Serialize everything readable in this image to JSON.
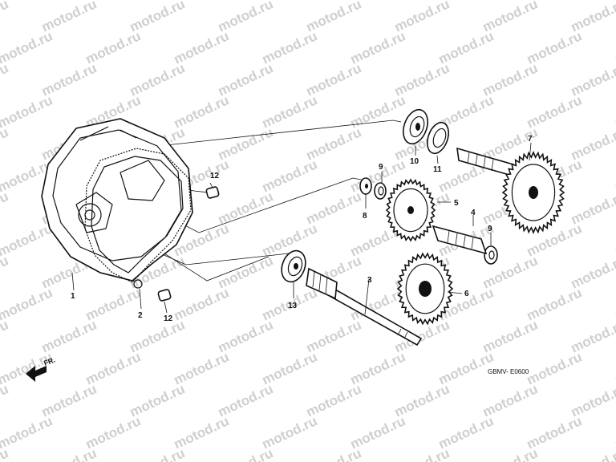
{
  "watermark": "motod.ru",
  "diagram_code": "GBMV- E0600",
  "front_marker": "FR.",
  "callouts": [
    {
      "id": "1",
      "label": "1"
    },
    {
      "id": "2",
      "label": "2"
    },
    {
      "id": "3",
      "label": "3"
    },
    {
      "id": "4",
      "label": "4"
    },
    {
      "id": "5",
      "label": "5"
    },
    {
      "id": "6",
      "label": "6"
    },
    {
      "id": "7",
      "label": "7"
    },
    {
      "id": "8",
      "label": "8"
    },
    {
      "id": "9a",
      "label": "9"
    },
    {
      "id": "9b",
      "label": "9"
    },
    {
      "id": "10",
      "label": "10"
    },
    {
      "id": "11",
      "label": "11"
    },
    {
      "id": "12a",
      "label": "12"
    },
    {
      "id": "12b",
      "label": "12"
    },
    {
      "id": "13",
      "label": "13"
    }
  ]
}
